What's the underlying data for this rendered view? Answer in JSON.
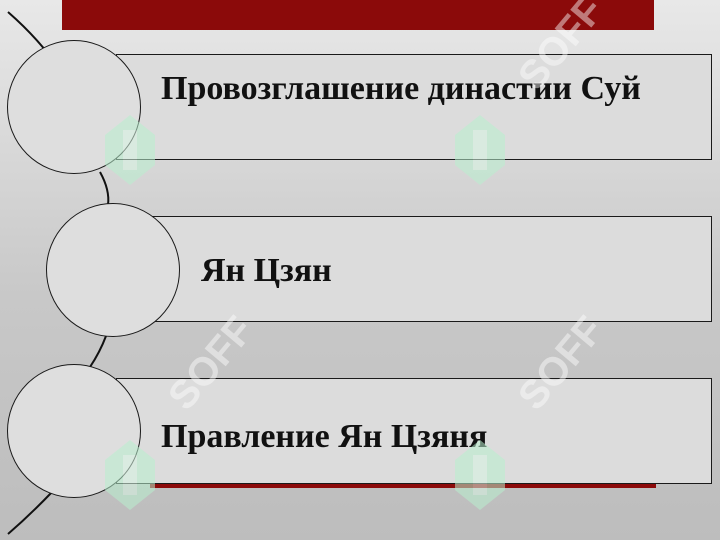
{
  "slide": {
    "items": [
      {
        "label": "Провозглашение династии Суй"
      },
      {
        "label": "Ян Цзян"
      },
      {
        "label": "Правление Ян Цзяня"
      }
    ]
  },
  "watermark": {
    "text": "SOFF",
    "color": "#b9f0cf"
  },
  "colors": {
    "accent": "#8b0a0a",
    "box_fill": "#dcdcdc",
    "outline": "#1a1a1a"
  }
}
